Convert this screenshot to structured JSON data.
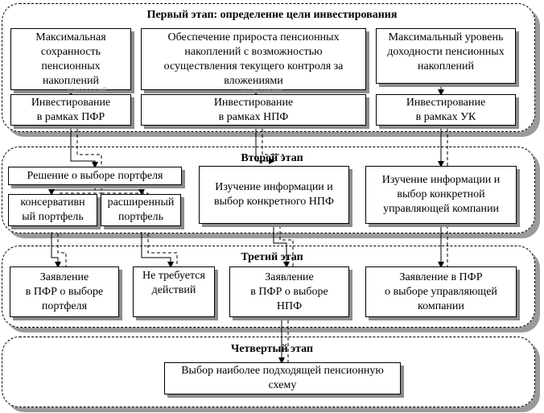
{
  "stage1": {
    "title": "Первый этап: определение цели инвестирования",
    "goals": [
      {
        "lines": [
          "Максимальная",
          "сохранность",
          "пенсионных",
          "накоплений"
        ]
      },
      {
        "lines": [
          "Обеспечение прироста пенсионных",
          "накоплений с возможностью",
          "осуществления текущего контроля за",
          "вложениями"
        ]
      },
      {
        "lines": [
          "Максимальный уровень",
          "доходности пенсионных",
          "накоплений"
        ]
      }
    ],
    "ghost_left": "накоплений",
    "ghost_mid": "вложениями",
    "invest": [
      {
        "lines": [
          "Инвестирование",
          "в рамках ПФР"
        ]
      },
      {
        "lines": [
          "Инвестирование",
          "в рамках НПФ"
        ]
      },
      {
        "lines": [
          "Инвестирование",
          "в рамках УК"
        ]
      }
    ]
  },
  "stage2": {
    "title": "Второй этап",
    "portfolio_choice": "Решение о выборе портфеля",
    "conservative": {
      "lines": [
        "консервативн",
        "ый портфель"
      ]
    },
    "extended": {
      "lines": [
        "расширенный",
        "портфель"
      ]
    },
    "npf_info": {
      "lines": [
        "Изучение информации и",
        "выбор конкретного НПФ"
      ]
    },
    "uk_info": {
      "lines": [
        "Изучение информации и",
        "выбор конкретной",
        "управляющей компании"
      ]
    }
  },
  "stage3": {
    "title": "Третий этап",
    "pfr_application": {
      "lines": [
        "Заявление",
        "в ПФР о выборе",
        "портфеля"
      ]
    },
    "no_action": {
      "lines": [
        "Не требуется",
        "действий"
      ]
    },
    "npf_application": {
      "lines": [
        "Заявление",
        "в ПФР о выборе",
        "НПФ"
      ]
    },
    "uk_application": {
      "lines": [
        "Заявление в ПФР",
        "о выборе управляющей",
        "компании"
      ]
    }
  },
  "stage4": {
    "title": "Четвертый этап",
    "final": {
      "lines": [
        "Выбор наиболее подходящей пенсионную",
        "схему"
      ]
    }
  }
}
